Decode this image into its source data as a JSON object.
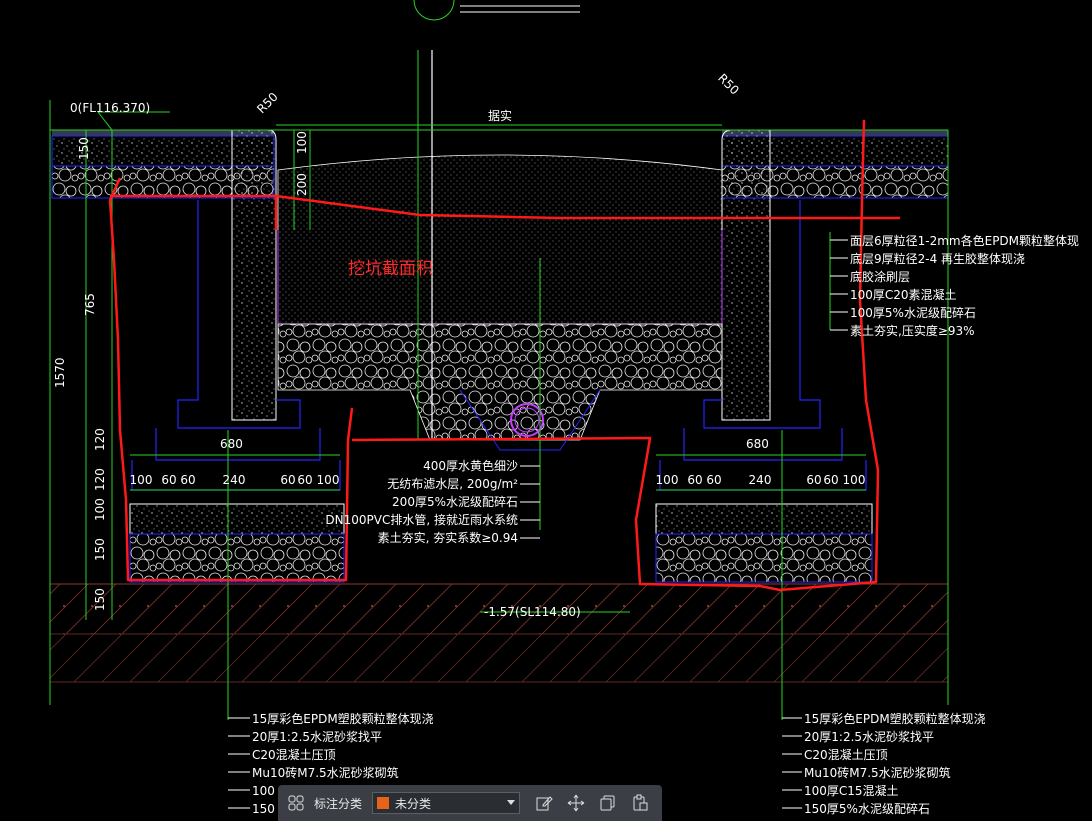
{
  "drawing": {
    "elevation_top": "0(FL116.370)",
    "elevation_bottom": "-1.57(SL114.80)",
    "radius_left": "R50",
    "radius_right": "R50",
    "top_note": "据实",
    "dim_150a": "150",
    "dim_765": "765",
    "dim_1570": "1570",
    "dim_120a": "120",
    "dim_120b": "120",
    "dim_100a": "100",
    "dim_150b": "150",
    "dim_150c": "150",
    "dim_100_inner": "100",
    "dim_200_inner": "200",
    "left_footing": {
      "width": "680",
      "parts": [
        "100",
        "60",
        "60",
        "240",
        "60",
        "60",
        "100"
      ]
    },
    "right_footing": {
      "width": "680",
      "parts": [
        "100",
        "60",
        "60",
        "240",
        "60",
        "60",
        "100"
      ]
    },
    "excavation_label": "挖坑截面积",
    "right_callouts": [
      "面层6厚粒径1-2mm各色EPDM颗粒整体现",
      "底层9厚粒径2-4 再生胶整体现浇",
      "底胶涂刷层",
      "100厚C20素混凝土",
      "100厚5%水泥级配碎石",
      "素土夯实,压实度≥93%"
    ],
    "center_callouts": [
      "400厚水黄色细沙",
      "无纺布滤水层, 200g/m²",
      "200厚5%水泥级配碎石",
      "DN100PVC排水管, 接就近雨水系统",
      "素土夯实, 夯实系数≥0.94"
    ],
    "bottom_left_callouts": [
      "15厚彩色EPDM塑胶颗粒整体现浇",
      "20厚1:2.5水泥砂浆找平",
      "C20混凝土压顶",
      "Mu10砖M7.5水泥砂浆砌筑",
      "100",
      "150"
    ],
    "bottom_right_callouts": [
      "15厚彩色EPDM塑胶颗粒整体现浇",
      "20厚1:2.5水泥砂浆找平",
      "C20混凝土压顶",
      "Mu10砖M7.5水泥砂浆砌筑",
      "100厚C15混凝土",
      "150厚5%水泥级配碎石"
    ]
  },
  "toolbar": {
    "grid_icon": "grid-icon",
    "category_label": "标注分类",
    "selected_category": "未分类",
    "swatch_color": "#e8621a",
    "icons": [
      "edit-icon",
      "move-icon",
      "copy-icon",
      "paste-icon"
    ]
  },
  "colors": {
    "background": "#000000",
    "green": "#26d326",
    "blue": "#2323ff",
    "white": "#ffffff",
    "red": "#ff1a1a",
    "cyan": "#46c8ff",
    "magenta": "#c83cff",
    "brown": "#8a3a2a"
  }
}
